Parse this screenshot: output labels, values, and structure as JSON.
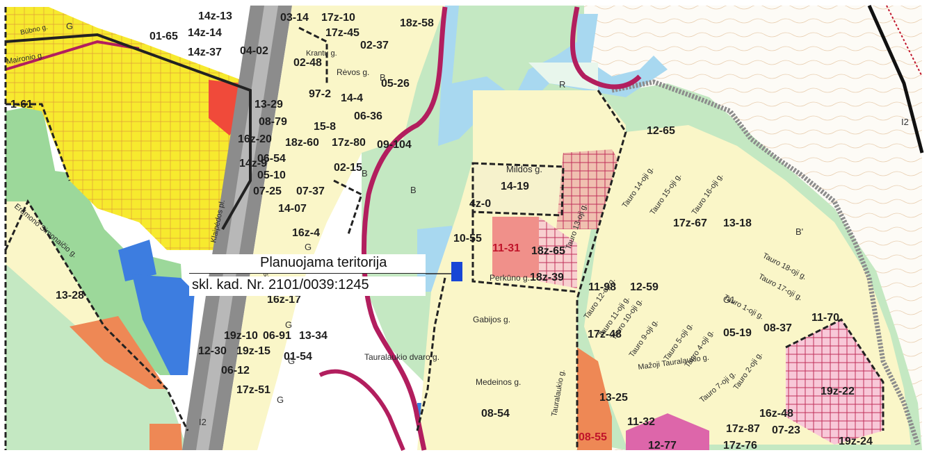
{
  "callout": {
    "title": "Planuojama teritorija",
    "subtitle": "skl. kad. Nr. 2101/0039:1245"
  },
  "parcel_labels": [
    "14z-13",
    "03-14",
    "17z-10",
    "18z-58",
    "14z-14",
    "17z-45",
    "01-65",
    "14z-37",
    "04-02",
    "02-37",
    "02-48",
    "1-61",
    "05-26",
    "97-2",
    "14-4",
    "06-36",
    "13-29",
    "08-79",
    "15-8",
    "16z-20",
    "18z-60",
    "17z-80",
    "09-104",
    "12-65",
    "06-54",
    "02-15",
    "14z-9",
    "05-10",
    "14-19",
    "07-25",
    "07-37",
    "14-07",
    "4z-0",
    "17z-67",
    "13-18",
    "16z-4",
    "10-55",
    "11-31",
    "18z-65",
    "18z-39",
    "11-98",
    "12-59",
    "13-28",
    "16z-17",
    "19z-10",
    "06-91",
    "13-34",
    "11-70",
    "05-19",
    "08-37",
    "12-30",
    "19z-15",
    "01-54",
    "17z-48",
    "06-12",
    "17z-51",
    "13-25",
    "16z-48",
    "19z-22",
    "08-54",
    "08-55",
    "11-32",
    "12-77",
    "17z-87",
    "07-23",
    "17z-76",
    "19z-24"
  ],
  "street_labels": [
    "Būbno g.",
    "Maironio g.",
    "Krantų g.",
    "Rėvos g.",
    "Mildos g.",
    "Perkūno g.",
    "Gabijos g.",
    "Medeinos g.",
    "Tauralaukio g.",
    "Mažoji Tauralaukio g.",
    "Tauralaukio dvaro g.",
    "Erdmono Simonaičio g.",
    "Servisų g.",
    "Klaipėdos pl.",
    "Tauro 14-oji g.",
    "Tauro 15-oji g.",
    "Tauro 16-oji g.",
    "Tauro 18-oji g.",
    "Tauro 17-oji g.",
    "Tauro 1-oji g.",
    "Tauro 2-oji g.",
    "Tauro 4-oji g.",
    "Tauro 5-oji g.",
    "Tauro 7-oji g.",
    "Tauro 9-oji g.",
    "Tauro 10-oji g.",
    "Tauro 11-oji g.",
    "Tauro 12-oji g.",
    "Tauro 13-oji g."
  ],
  "zone_codes": [
    "G",
    "R",
    "B",
    "B'",
    "G1",
    "I2",
    "I2",
    "G",
    "G",
    "G",
    "B",
    "B",
    "G"
  ],
  "colors": {
    "residential_light": "#faf6c8",
    "residential_yellow": "#f7ea2e",
    "green_space": "#9cd89a",
    "forest": "#c4e8c2",
    "commercial_red": "#f06a6a",
    "water_blue": "#a8d8f0",
    "lake_blue": "#3d7de0",
    "road_magenta": "#b21e5e",
    "industrial_orange": "#ee8855",
    "industrial_pink": "#dd66aa",
    "planned_marker": "#1846d6"
  }
}
